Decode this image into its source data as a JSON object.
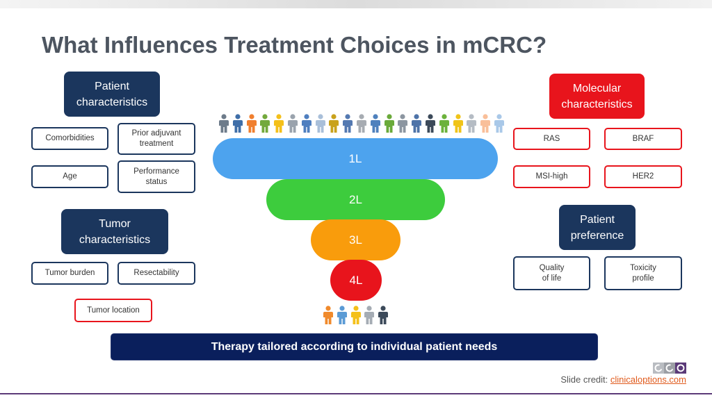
{
  "title": "What Influences Treatment Choices in mCRC?",
  "patient_characteristics": {
    "header": [
      "Patient",
      "characteristics"
    ],
    "items": [
      [
        "Comorbidities"
      ],
      [
        "Prior adjuvant",
        "treatment"
      ],
      [
        "Age"
      ],
      [
        "Performance",
        "status"
      ]
    ]
  },
  "tumor_characteristics": {
    "header": [
      "Tumor",
      "characteristics"
    ],
    "items": [
      [
        "Tumor burden"
      ],
      [
        "Resectability"
      ],
      [
        "Tumor location"
      ]
    ]
  },
  "molecular_characteristics": {
    "header": [
      "Molecular",
      "characteristics"
    ],
    "items": [
      [
        "RAS"
      ],
      [
        "BRAF"
      ],
      [
        "MSI-high"
      ],
      [
        "HER2"
      ]
    ]
  },
  "patient_preference": {
    "header": [
      "Patient",
      "preference"
    ],
    "items": [
      [
        "Quality",
        "of life"
      ],
      [
        "Toxicity",
        "profile"
      ]
    ]
  },
  "funnel": {
    "levels": [
      "1L",
      "2L",
      "3L",
      "4L"
    ],
    "colors": [
      "#4da3ee",
      "#3dcc3d",
      "#f99c0c",
      "#e8141c"
    ]
  },
  "people": {
    "top_colors": [
      "#6d7b8a",
      "#3f6ea8",
      "#f07f2f",
      "#73a93c",
      "#f4c01a",
      "#9aa3ad",
      "#4f7fbf",
      "#a9bfd9",
      "#c9a21c",
      "#5479b1",
      "#a7acb2",
      "#4f81bd",
      "#6aaa3a",
      "#8c96a1",
      "#4e73a8",
      "#3c4a5a",
      "#6cb23c",
      "#f0c419",
      "#b5bcc4",
      "#f9bf9a",
      "#a9c8e8"
    ],
    "bottom_colors": [
      "#f08a2c",
      "#5b9bd5",
      "#f4c01a",
      "#a5acb4",
      "#3c4a5a"
    ]
  },
  "banner": "Therapy tailored according to individual patient needs",
  "credit": {
    "label": "Slide credit: ",
    "link": "clinicaloptions.com"
  },
  "logo": {
    "colors": [
      "#b9bcc1",
      "#9c9fa5",
      "#5b3a78"
    ]
  }
}
